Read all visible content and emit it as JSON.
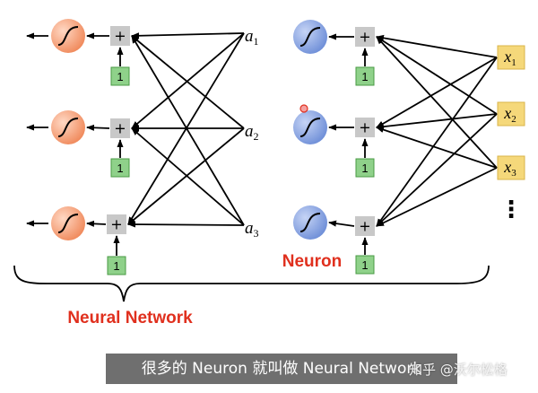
{
  "diagram": {
    "inputs": [
      {
        "var": "x",
        "sub": "1"
      },
      {
        "var": "x",
        "sub": "2"
      },
      {
        "var": "x",
        "sub": "3"
      }
    ],
    "hidden_outputs": [
      {
        "var": "a",
        "sub": "1"
      },
      {
        "var": "a",
        "sub": "2"
      },
      {
        "var": "a",
        "sub": "3"
      }
    ],
    "bias_value": "1",
    "sum_symbol": "+",
    "ellipsis": "⋮",
    "neuron_label": "Neuron",
    "network_label": "Neural Network"
  },
  "caption": "很多的 Neuron 就叫做 Neural Network",
  "watermark": "知乎 @沃尔松格",
  "colors": {
    "orange_neuron": "#f4a582",
    "blue_neuron": "#8fa8e0",
    "plus_box": "#c8c8c8",
    "bias_box": "#8fd18a",
    "input_box": "#f5d87a",
    "label_red": "#e0301e"
  }
}
